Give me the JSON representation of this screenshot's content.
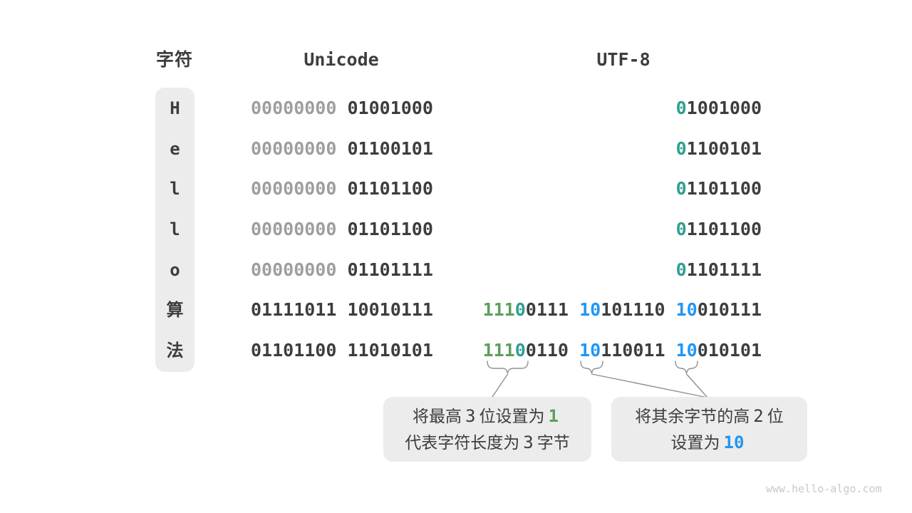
{
  "header": {
    "char": "字符",
    "unicode": "Unicode",
    "utf8": "UTF-8"
  },
  "colors": {
    "dark_text": "#3d3d3d",
    "gray_bits": "#9e9e9e",
    "teal_bit": "#2e9e92",
    "green_bits": "#5c9f5c",
    "blue_bits": "#2196f3",
    "pill_background": "#ececec",
    "connector_line": "#8f8f8f",
    "watermark": "#c9c9c9"
  },
  "rows": [
    {
      "char": "H",
      "unicode": [
        [
          [
            "00000000",
            "gray"
          ]
        ],
        [
          [
            "01001000",
            "dark"
          ]
        ]
      ],
      "utf8": [
        [
          [
            "0",
            "teal"
          ],
          [
            "1001000",
            "dark"
          ]
        ]
      ]
    },
    {
      "char": "e",
      "unicode": [
        [
          [
            "00000000",
            "gray"
          ]
        ],
        [
          [
            "01100101",
            "dark"
          ]
        ]
      ],
      "utf8": [
        [
          [
            "0",
            "teal"
          ],
          [
            "1100101",
            "dark"
          ]
        ]
      ]
    },
    {
      "char": "l",
      "unicode": [
        [
          [
            "00000000",
            "gray"
          ]
        ],
        [
          [
            "01101100",
            "dark"
          ]
        ]
      ],
      "utf8": [
        [
          [
            "0",
            "teal"
          ],
          [
            "1101100",
            "dark"
          ]
        ]
      ]
    },
    {
      "char": "l",
      "unicode": [
        [
          [
            "00000000",
            "gray"
          ]
        ],
        [
          [
            "01101100",
            "dark"
          ]
        ]
      ],
      "utf8": [
        [
          [
            "0",
            "teal"
          ],
          [
            "1101100",
            "dark"
          ]
        ]
      ]
    },
    {
      "char": "o",
      "unicode": [
        [
          [
            "00000000",
            "gray"
          ]
        ],
        [
          [
            "01101111",
            "dark"
          ]
        ]
      ],
      "utf8": [
        [
          [
            "0",
            "teal"
          ],
          [
            "1101111",
            "dark"
          ]
        ]
      ]
    },
    {
      "char": "算",
      "unicode": [
        [
          [
            "01111011",
            "dark"
          ]
        ],
        [
          [
            "10010111",
            "dark"
          ]
        ]
      ],
      "utf8": [
        [
          [
            "111",
            "green"
          ],
          [
            "0",
            "teal"
          ],
          [
            "0111",
            "dark"
          ]
        ],
        [
          [
            "1",
            "blue"
          ],
          [
            "0",
            "blue"
          ],
          [
            "101110",
            "dark"
          ]
        ],
        [
          [
            "1",
            "blue"
          ],
          [
            "0",
            "blue"
          ],
          [
            "010111",
            "dark"
          ]
        ]
      ]
    },
    {
      "char": "法",
      "unicode": [
        [
          [
            "01101100",
            "dark"
          ]
        ],
        [
          [
            "11010101",
            "dark"
          ]
        ]
      ],
      "utf8": [
        [
          [
            "111",
            "green"
          ],
          [
            "0",
            "teal"
          ],
          [
            "0110",
            "dark"
          ]
        ],
        [
          [
            "1",
            "blue"
          ],
          [
            "0",
            "blue"
          ],
          [
            "110011",
            "dark"
          ]
        ],
        [
          [
            "1",
            "blue"
          ],
          [
            "0",
            "blue"
          ],
          [
            "010101",
            "dark"
          ]
        ]
      ]
    }
  ],
  "callouts": {
    "left": {
      "lines": [
        [
          [
            "将最高",
            "cn"
          ],
          [
            "3",
            "num"
          ],
          [
            "位设置为",
            "cn"
          ],
          [
            "1",
            "num-green"
          ]
        ],
        [
          [
            "代表字符长度为",
            "cn"
          ],
          [
            "3",
            "num"
          ],
          [
            "字节",
            "cn"
          ]
        ]
      ]
    },
    "right": {
      "lines": [
        [
          [
            "将其余字节的高",
            "cn"
          ],
          [
            "2",
            "num"
          ],
          [
            "位",
            "cn"
          ]
        ],
        [
          [
            "设置为",
            "cn"
          ],
          [
            "10",
            "num-blue"
          ]
        ]
      ]
    }
  },
  "watermark": "www.hello-algo.com"
}
